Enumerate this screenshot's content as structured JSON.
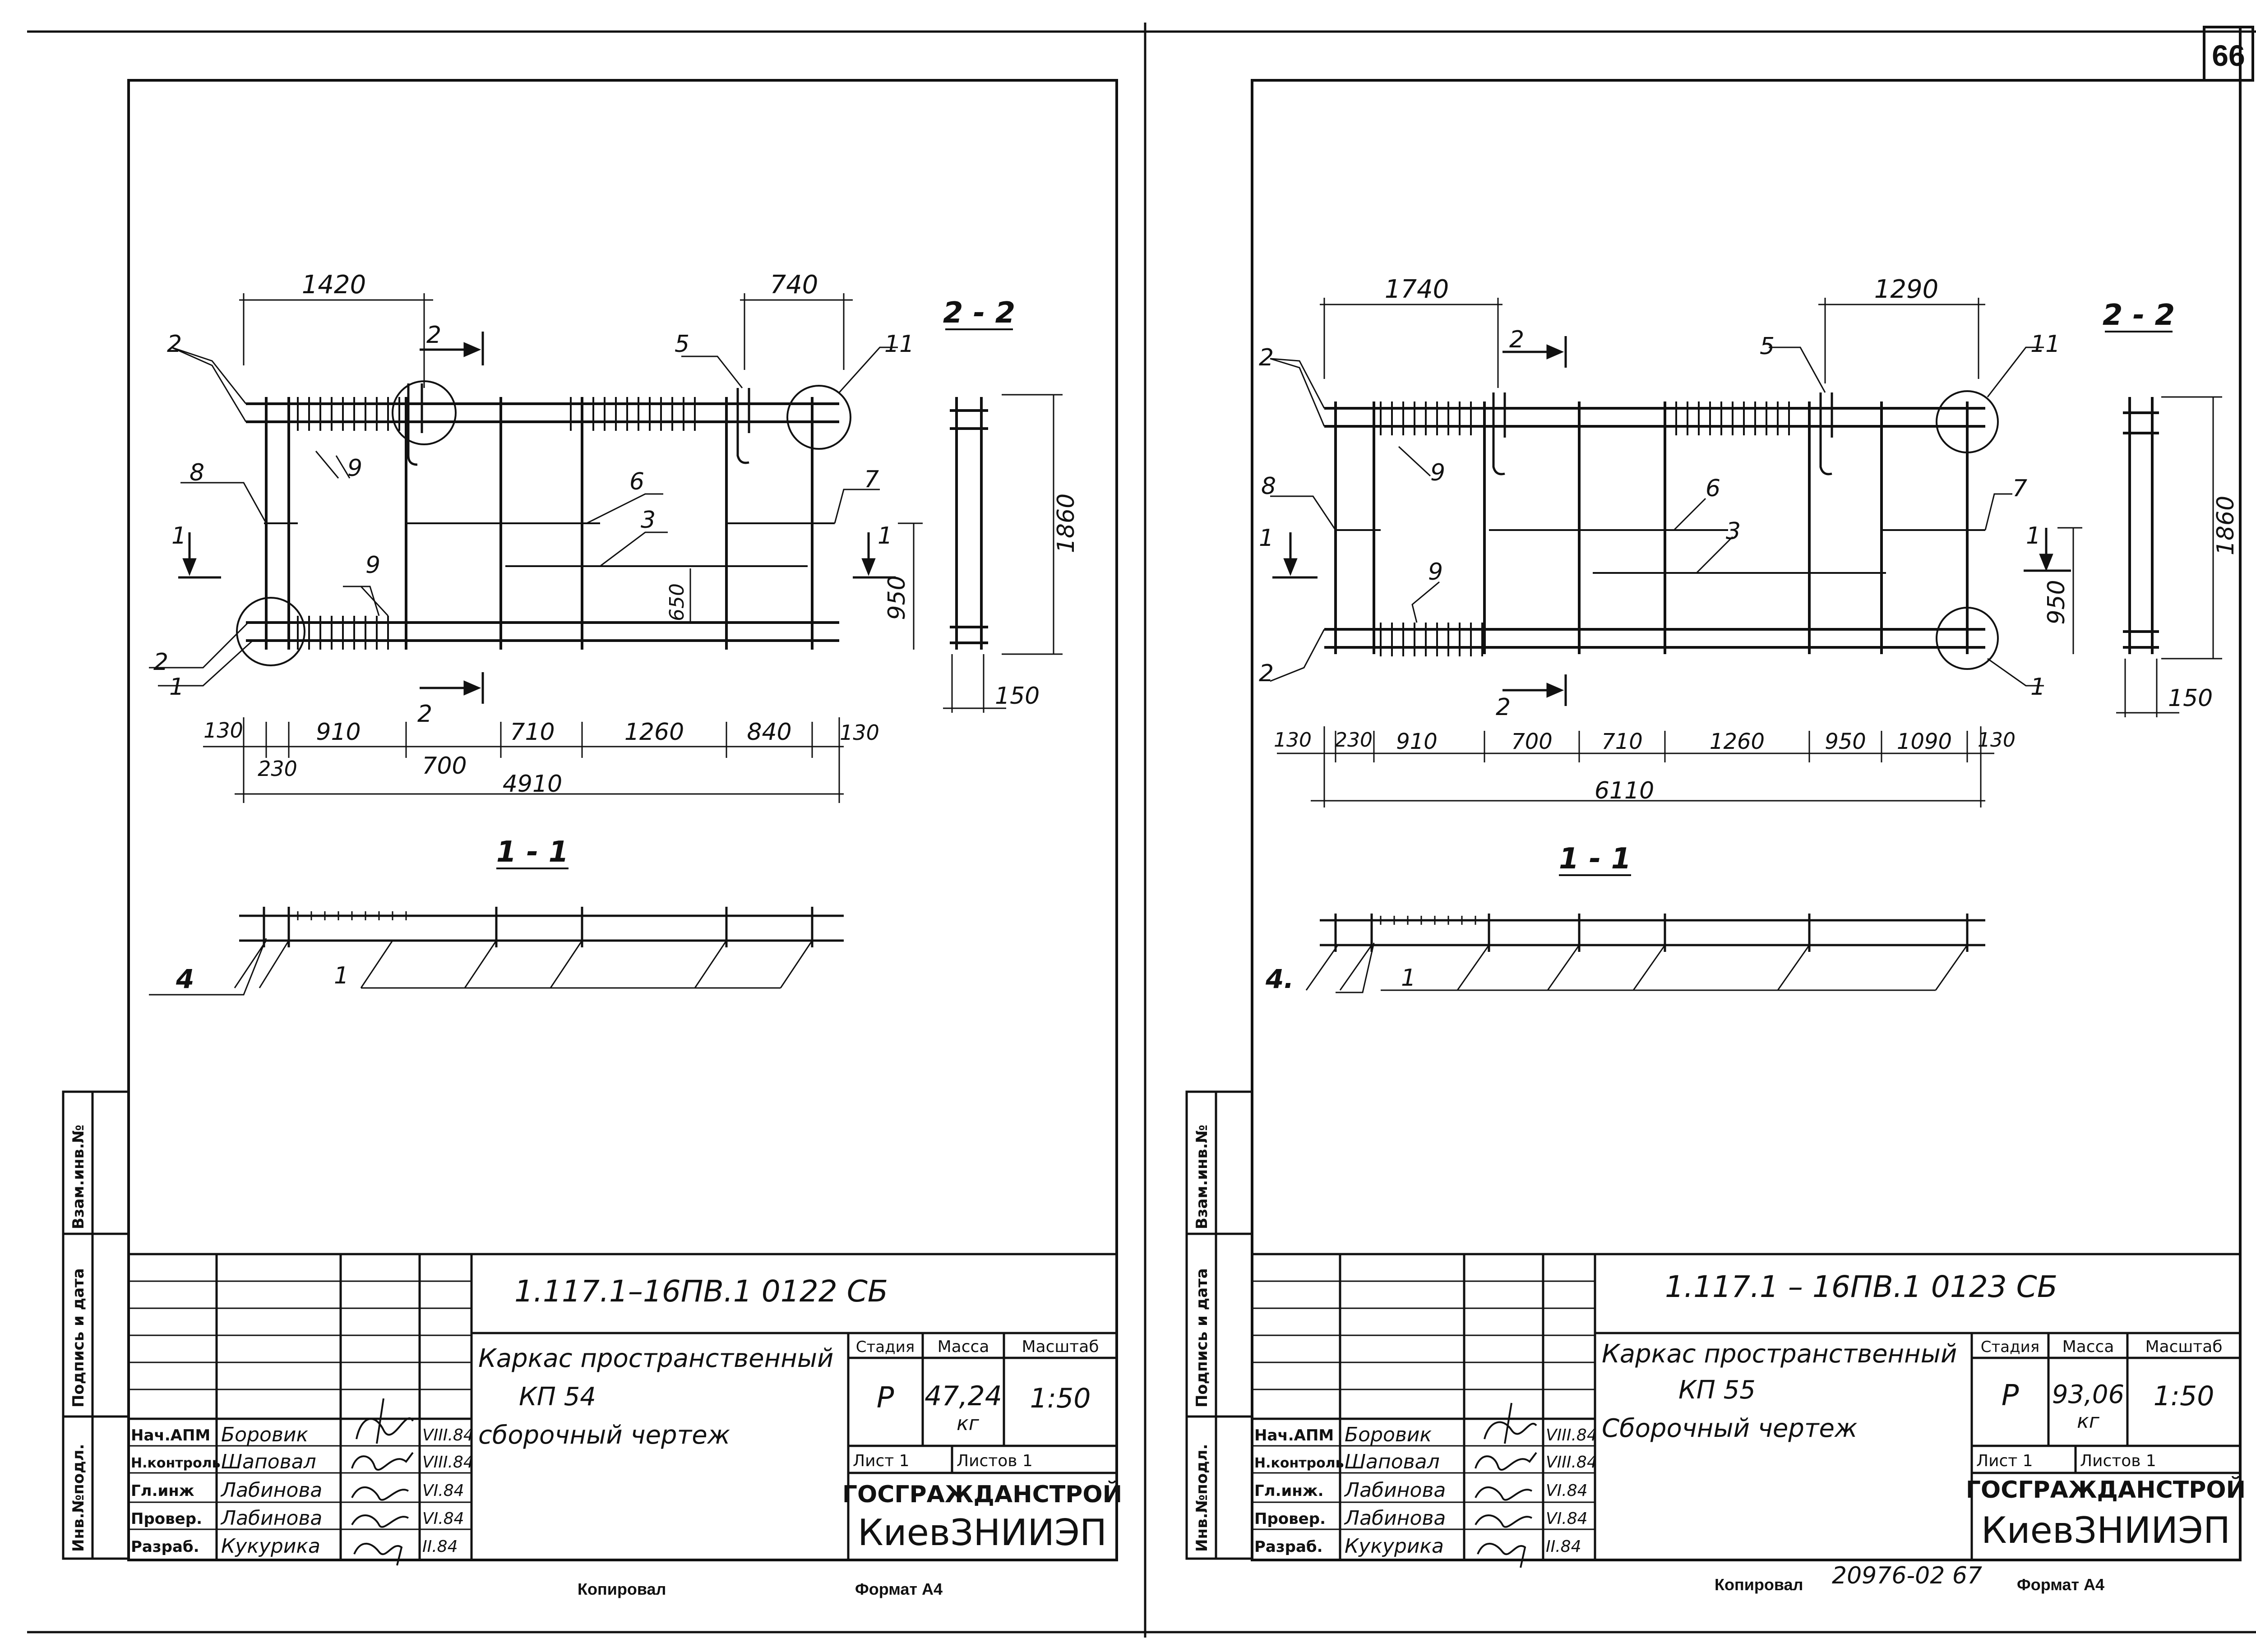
{
  "page_number": "66",
  "sheets": [
    {
      "dims_top": [
        "1420",
        "740"
      ],
      "callouts": {
        "c2a": "2",
        "c2b": "2",
        "c1": "1",
        "c8": "8",
        "c9a": "9",
        "c9b": "9",
        "c6": "6",
        "c3": "3",
        "c5": "5",
        "c11": "11",
        "c7": "7"
      },
      "section_marks": {
        "s2top": "2",
        "s2bot": "2",
        "s1left": "1",
        "s1right": "1"
      },
      "dims_vertical": [
        "650",
        "950",
        "1860"
      ],
      "dim_width_2_2": "150",
      "section_2_2": "2 - 2",
      "section_1_1": "1 - 1",
      "dims_bottom_row1": [
        "130",
        "910",
        "710",
        "1260",
        "840",
        "130"
      ],
      "dims_bottom_row2": [
        "230",
        "700"
      ],
      "total_length": "4910",
      "section_labels": [
        "4",
        "1"
      ],
      "doc_code": "1.117.1–16ПВ.1  0122 СБ",
      "title_lines": [
        "Каркас пространственный",
        "КП 54",
        "сборочный чертеж"
      ],
      "header_stage": "Стадия",
      "header_mass": "Масса",
      "header_scale": "Масштаб",
      "stage": "Р",
      "mass": "47,24",
      "mass_unit": "кг",
      "scale": "1:50",
      "sheet_label": "Лист 1",
      "sheets_label": "Листов 1",
      "org1": "ГОСГРАЖДАНСТРОЙ",
      "org2": "КиевЗНИИЭП",
      "side_labels": [
        "Взам.инв.№",
        "Подпись и дата",
        "Инв.№подл."
      ],
      "roles": [
        {
          "role": "Нач.АПМ",
          "name": "Боровик",
          "date": "VIII.84"
        },
        {
          "role": "Н.контроль",
          "name": "Шаповал",
          "date": "VIII.84"
        },
        {
          "role": "Гл.инж",
          "name": "Лабинова",
          "date": "VI.84"
        },
        {
          "role": "Провер.",
          "name": "Лабинова",
          "date": "VI.84"
        },
        {
          "role": "Разраб.",
          "name": "Кукурика",
          "date": "II.84"
        }
      ],
      "footer_left": "Копировал",
      "footer_right": "Формат А4"
    },
    {
      "dims_top": [
        "1740",
        "1290"
      ],
      "callouts": {
        "c2a": "2",
        "c2b": "2",
        "c1": "1",
        "c8": "8",
        "c9a": "9",
        "c9b": "9",
        "c6": "6",
        "c3": "3",
        "c5": "5",
        "c11": "11",
        "c7": "7"
      },
      "section_marks": {
        "s2top": "2",
        "s2bot": "2",
        "s1left": "1",
        "s1right": "1"
      },
      "dims_vertical": [
        "",
        "950",
        "1860"
      ],
      "dim_width_2_2": "150",
      "section_2_2": "2 - 2",
      "section_1_1": "1 - 1",
      "dims_bottom_row1": [
        "130",
        "230",
        "910",
        "700",
        "710",
        "1260",
        "950",
        "1090",
        "130"
      ],
      "dims_bottom_row2": [],
      "total_length": "6110",
      "section_labels": [
        "4.",
        "1"
      ],
      "doc_code": "1.117.1 – 16ПВ.1  0123 СБ",
      "title_lines": [
        "Каркас пространственный",
        "КП 55",
        "Сборочный чертеж"
      ],
      "header_stage": "Стадия",
      "header_mass": "Масса",
      "header_scale": "Масштаб",
      "stage": "Р",
      "mass": "93,06",
      "mass_unit": "кг",
      "scale": "1:50",
      "sheet_label": "Лист 1",
      "sheets_label": "Листов 1",
      "org1": "ГОСГРАЖДАНСТРОЙ",
      "org2": "КиевЗНИИЭП",
      "side_labels": [
        "Взам.инв.№",
        "Подпись и дата",
        "Инв.№подл."
      ],
      "roles": [
        {
          "role": "Нач.АПМ",
          "name": "Боровик",
          "date": "VIII.84"
        },
        {
          "role": "Н.контроль",
          "name": "Шаповал",
          "date": "VIII.84"
        },
        {
          "role": "Гл.инж.",
          "name": "Лабинова",
          "date": "VI.84"
        },
        {
          "role": "Провер.",
          "name": "Лабинова",
          "date": "VI.84"
        },
        {
          "role": "Разраб.",
          "name": "Кукурика",
          "date": "II.84"
        }
      ],
      "footer_left": "Копировал",
      "footer_extra": "20976-02   67",
      "footer_right": "Формат А4"
    }
  ]
}
